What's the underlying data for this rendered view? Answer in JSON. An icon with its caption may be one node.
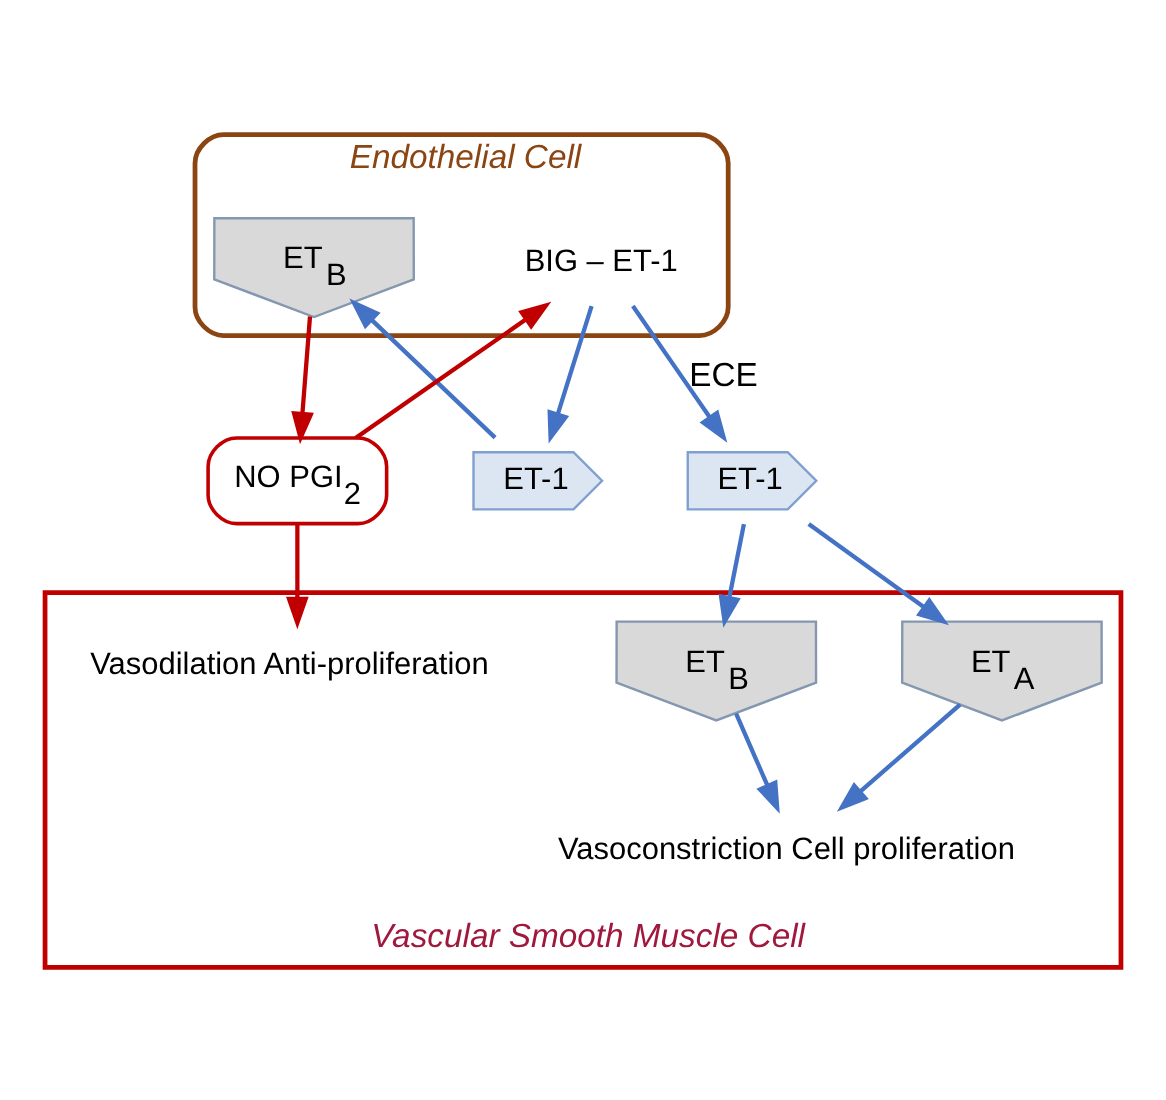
{
  "diagram": {
    "nodes": [
      {
        "text": [
          "Endothelial Cell"
        ]
      },
      {
        "text": [
          "ET-1"
        ]
      },
      {
        "text": [
          "ET$_{B}$"
        ],
        "in": 0
      },
      {
        "text": [
          "BIG – ET-1"
        ],
        "in": 0
      },
      {
        "text": [
          "NO PGI$_{2}$"
        ]
      },
      {
        "text": [
          "ET-1"
        ]
      },
      {
        "text": [
          "Vascular Smooth Muscle Cell"
        ]
      },
      {
        "text": [
          "ET$_{A}$"
        ],
        "in": 6
      },
      {
        "text": [
          "ET$_{B}$"
        ],
        "in": 6
      },
      {
        "text": [
          "Vasoconstriction Cell proliferation"
        ],
        "in": 6
      },
      {
        "text": [
          "Vasodilation Anti-proliferation"
        ],
        "in": 6
      }
    ],
    "edges": [
      {
        "from": 3,
        "to": 1,
        "arrow": "to"
      },
      {
        "from": 3,
        "to": 5,
        "arrow": "to",
        "label": "ECE"
      },
      {
        "from": 1,
        "to": 2,
        "arrow": "to"
      },
      {
        "from": 2,
        "to": 4,
        "arrow": "to",
        "color": "#c00000"
      },
      {
        "from": 4,
        "to": 3,
        "arrow": "to",
        "color": "#c00000"
      },
      {
        "from": 5,
        "to": 7,
        "arrow": "to"
      },
      {
        "from": 5,
        "to": 8,
        "arrow": "to"
      },
      {
        "from": 7,
        "to": 9,
        "arrow": "to"
      },
      {
        "from": 8,
        "to": 9,
        "arrow": "to"
      },
      {
        "from": 4,
        "to": 10,
        "arrow": "to",
        "color": "#c00000"
      }
    ]
  }
}
